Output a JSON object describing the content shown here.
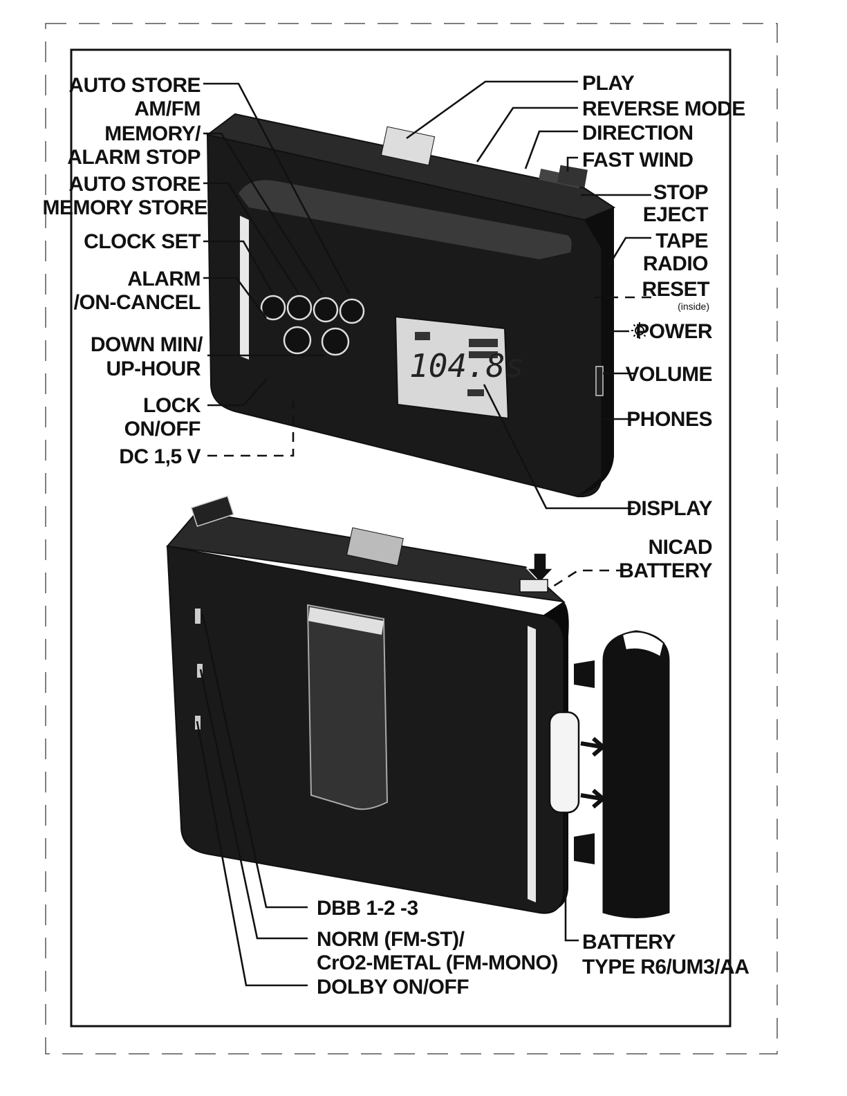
{
  "labels": {
    "auto_store_amfm": [
      "AUTO STORE",
      "AM/FM"
    ],
    "memory_alarm_stop": [
      "MEMORY/",
      "ALARM STOP"
    ],
    "auto_store_memory_store": [
      "AUTO STORE",
      "MEMORY STORE"
    ],
    "clock_set": "CLOCK SET",
    "alarm_on_cancel": [
      "ALARM",
      "/ON-CANCEL"
    ],
    "down_min_up_hour": [
      "DOWN MIN/",
      "UP-HOUR"
    ],
    "lock_on_off": [
      "LOCK",
      "ON/OFF"
    ],
    "dc": "DC 1,5 V",
    "play": "PLAY",
    "reverse_mode": "REVERSE MODE",
    "direction": "DIRECTION",
    "fast_wind": "FAST WIND",
    "stop_eject": [
      "STOP",
      "EJECT"
    ],
    "tape_radio": [
      "TAPE",
      "RADIO"
    ],
    "reset": "RESET",
    "reset_note": "(inside)",
    "power": "POWER",
    "volume": "VOLUME",
    "phones": "PHONES",
    "display": "DISPLAY",
    "nicad_battery": [
      "NICAD",
      "BATTERY"
    ],
    "dbb": "DBB 1-2 -3",
    "norm_cro2": [
      "NORM (FM-ST)/",
      "CrO2-METAL (FM-MONO)"
    ],
    "dolby": "DOLBY  ON/OFF",
    "battery_type": [
      "BATTERY",
      "TYPE R6/UM3/AA"
    ]
  },
  "lcd_readout": "104.8s",
  "icons": {
    "power": "sun-icon"
  },
  "colors": {
    "ink": "#111111",
    "device_body": "#1a1a1a",
    "paper": "#ffffff"
  }
}
